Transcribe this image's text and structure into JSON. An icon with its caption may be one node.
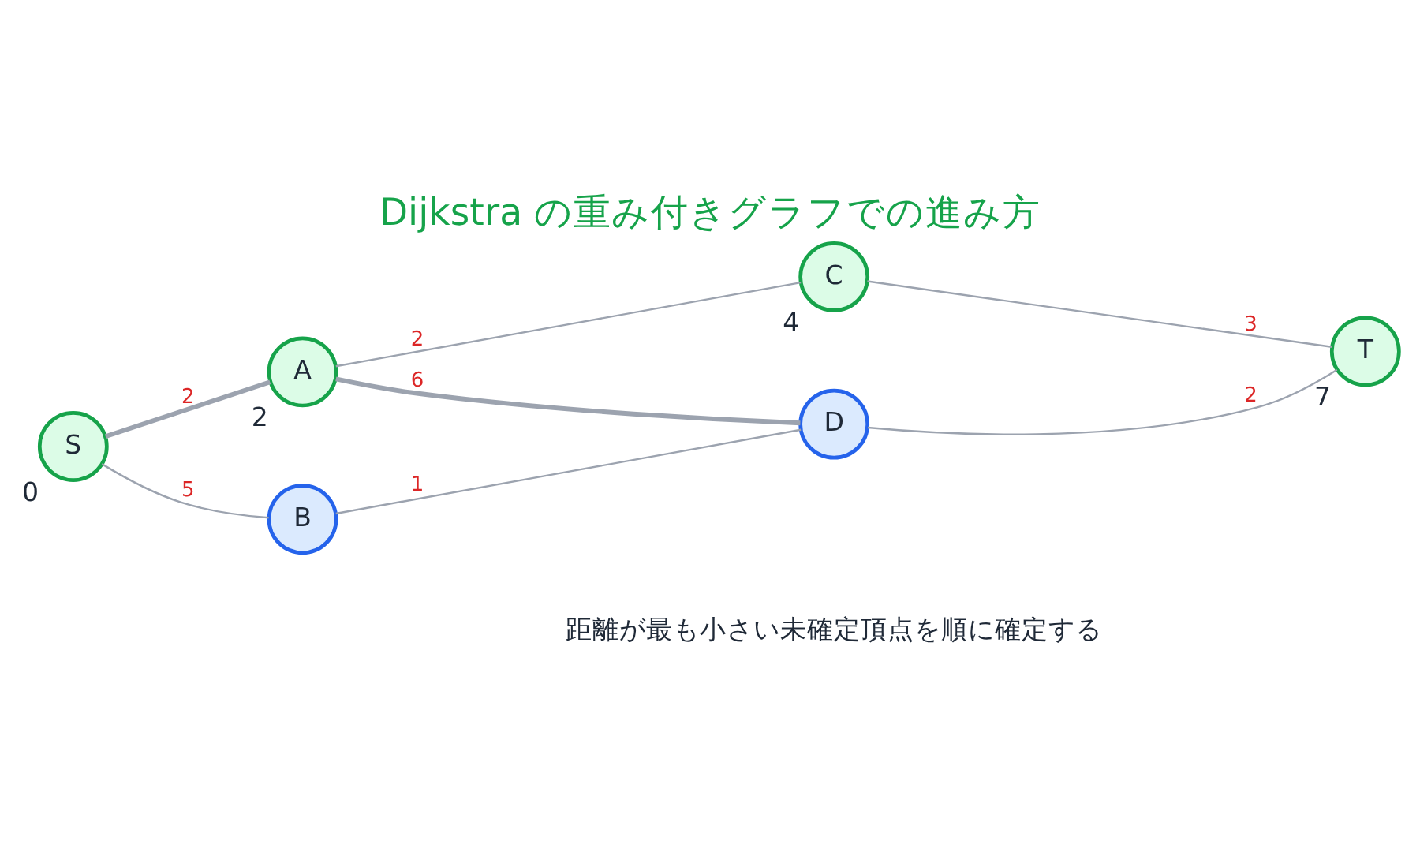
{
  "diagram": {
    "title": "Dijkstra の重み付きグラフでの進み方",
    "caption": "距離が最も小さい未確定頂点を順に確定する",
    "nodes": [
      {
        "text": [
          "S"
        ],
        "beside": [
          "0"
        ]
      },
      {
        "text": [
          "A"
        ],
        "beside": [
          "2"
        ]
      },
      {
        "text": [
          "B"
        ]
      },
      {
        "text": [
          "C"
        ],
        "beside": [
          "4"
        ]
      },
      {
        "text": [
          "D"
        ]
      },
      {
        "text": [
          "T"
        ],
        "beside": [
          "7"
        ]
      }
    ],
    "edges": [
      {
        "from": 0,
        "to": 1,
        "arrow": "none",
        "label": "2",
        "style": "thick"
      },
      {
        "from": 0,
        "to": 2,
        "arrow": "none",
        "label": "5"
      },
      {
        "from": 1,
        "to": 3,
        "arrow": "none",
        "label": "2"
      },
      {
        "from": 1,
        "to": 4,
        "arrow": "none",
        "label": "6",
        "style": "thick"
      },
      {
        "from": 2,
        "to": 4,
        "arrow": "none",
        "label": "1"
      },
      {
        "from": 3,
        "to": 5,
        "arrow": "none",
        "label": "3"
      },
      {
        "from": 4,
        "to": 5,
        "arrow": "none",
        "label": "2"
      }
    ]
  }
}
